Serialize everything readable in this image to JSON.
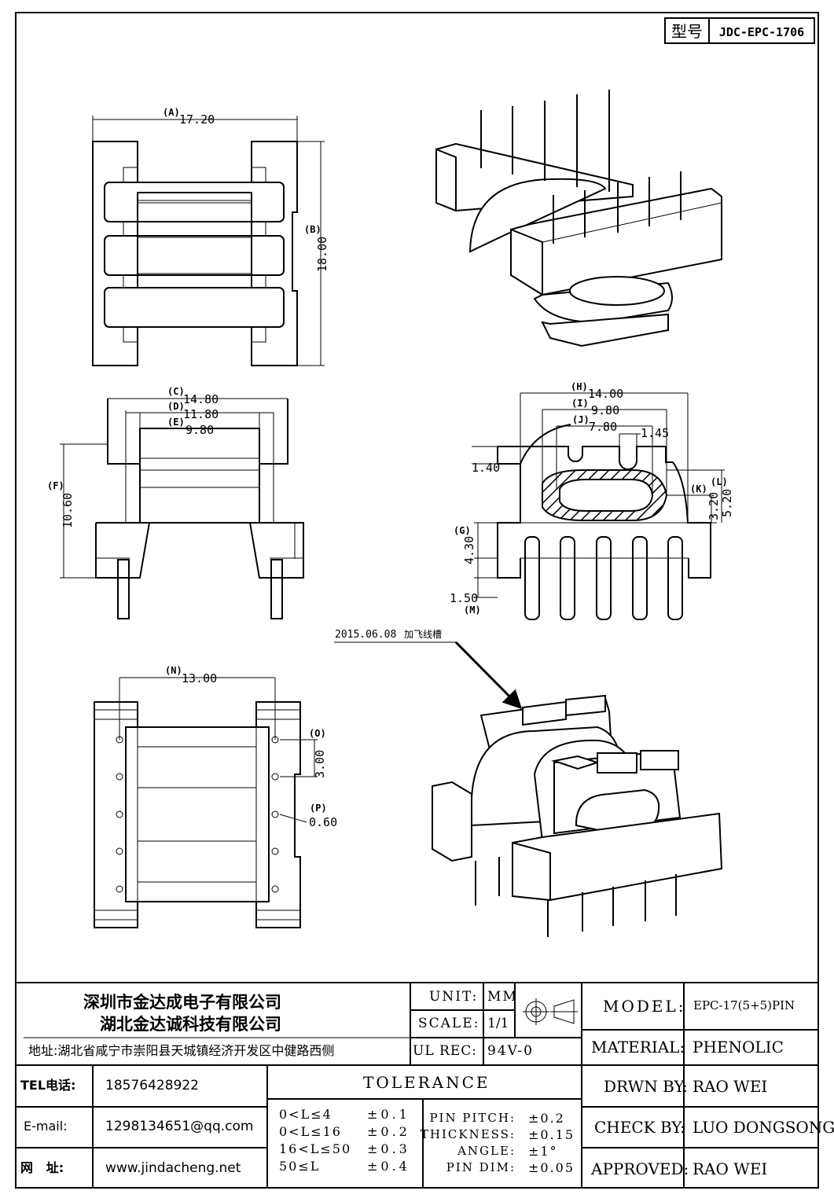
{
  "model_box": {
    "label": "型号",
    "value": "JDC-EPC-1706"
  },
  "dims": {
    "A": {
      "tag": "(A)",
      "value": "17.20"
    },
    "B": {
      "tag": "(B)",
      "value": "18.00"
    },
    "C": {
      "tag": "(C)",
      "value": "14.80"
    },
    "D": {
      "tag": "(D)",
      "value": "11.80"
    },
    "E": {
      "tag": "(E)",
      "value": "9.80"
    },
    "F": {
      "tag": "(F)",
      "value": "10.60"
    },
    "H": {
      "tag": "(H)",
      "value": "14.00"
    },
    "I": {
      "tag": "(I)",
      "value": "9.80"
    },
    "J": {
      "tag": "(J)",
      "value": "7.80"
    },
    "slot": {
      "value": "1.45"
    },
    "notch": {
      "value": "1.40"
    },
    "K": {
      "tag": "(K)",
      "value": "3.20"
    },
    "L": {
      "tag": "(L)",
      "value": "5.20"
    },
    "G": {
      "tag": "(G)",
      "value": "4.30"
    },
    "M": {
      "tag": "(M)",
      "value": "1.50"
    },
    "N": {
      "tag": "(N)",
      "value": "13.00"
    },
    "O": {
      "tag": "(O)",
      "value": "3.00"
    },
    "P": {
      "tag": "(P)",
      "value": "0.60"
    }
  },
  "annotation": {
    "date": "2015.06.08",
    "note": "加飞线槽"
  },
  "company": {
    "name1": "深圳市金达成电子有限公司",
    "name2": "湖北金达诚科技有限公司",
    "address": "地址:湖北省咸宁市崇阳县天城镇经济开发区中健路西侧"
  },
  "contact": {
    "tel_label": "TEL电话:",
    "tel": "18576428922",
    "email_label": "E-mail:",
    "email": "1298134651@qq.com",
    "web_label": "网   址:",
    "web": "www.jindacheng.net"
  },
  "spec": {
    "unit_label": "UNIT:",
    "unit": "MM",
    "scale_label": "SCALE:",
    "scale": "1/1",
    "ulrec_label": "UL REC:",
    "ulrec": "94V-0"
  },
  "tolerance": {
    "title": "TOLERANCE",
    "rows": [
      {
        "range": "0<L≤4",
        "tol": "±0.1"
      },
      {
        "range": "0<L≤16",
        "tol": "±0.2"
      },
      {
        "range": "16<L≤50",
        "tol": "±0.3"
      },
      {
        "range": "50≤L",
        "tol": "±0.4"
      }
    ],
    "items": [
      {
        "label": "PIN PITCH:",
        "tol": "±0.2"
      },
      {
        "label": "THICKNESS:",
        "tol": "±0.15"
      },
      {
        "label": "ANGLE:",
        "tol": "±1°"
      },
      {
        "label": "PIN DIM:",
        "tol": "±0.05"
      }
    ]
  },
  "info": {
    "model_label": "MODEL:",
    "model": "EPC-17(5+5)PIN",
    "material_label": "MATERIAL:",
    "material": "PHENOLIC",
    "drawn_label": "DRWN BY:",
    "drawn": "RAO WEI",
    "check_label": "CHECK BY:",
    "check": "LUO DONGSONG",
    "approved_label": "APPROVED:",
    "approved": "RAO WEI"
  }
}
